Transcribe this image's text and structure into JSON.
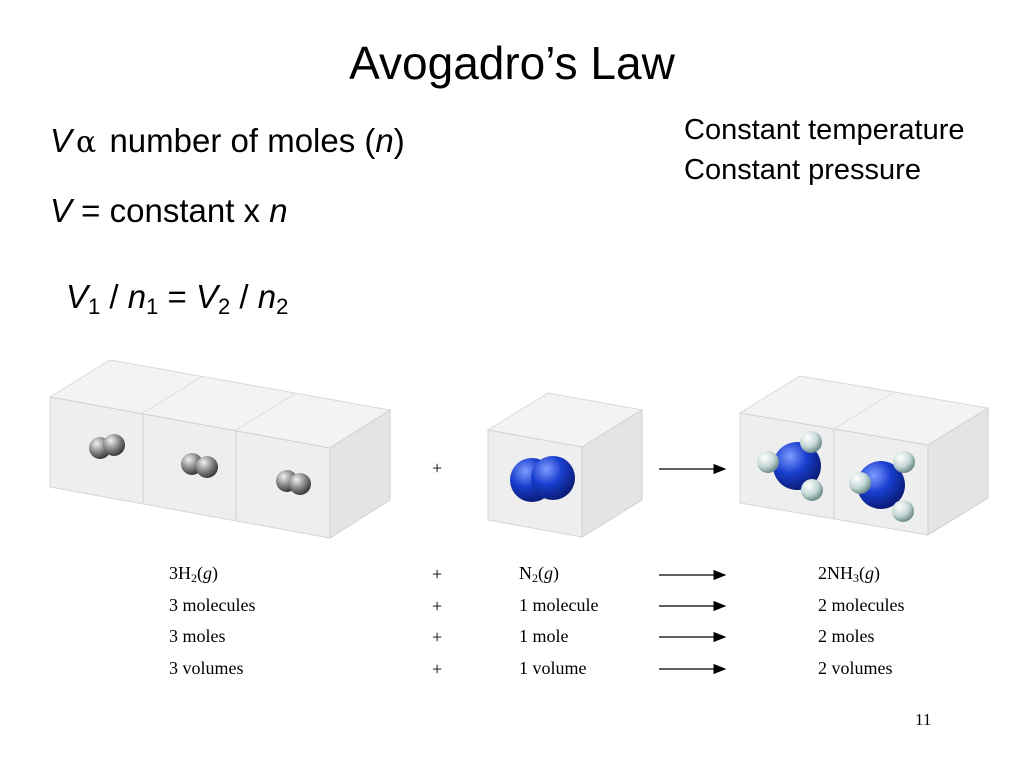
{
  "title": "Avogadro’s Law",
  "eq1": {
    "v": "V",
    "alpha": "α",
    "text": " number of moles (",
    "n": "n",
    "close": ")"
  },
  "eq2": {
    "v": "V",
    "text": " = constant x ",
    "n": "n"
  },
  "eq3": {
    "v1": "V",
    "s1": "1",
    "slash1": " / ",
    "n1": "n",
    "s2": "1",
    "eq": " = ",
    "v2": "V",
    "s3": "2",
    "slash2": " / ",
    "n2": "n",
    "s4": "2"
  },
  "conditions": [
    "Constant temperature",
    "Constant pressure"
  ],
  "reaction": {
    "plus": "+",
    "reactant1_formula": {
      "prefix": "3H",
      "sub": "2",
      "state": "g"
    },
    "reactant2_formula": {
      "prefix": "N",
      "sub": "2",
      "state": "g"
    },
    "product_formula": {
      "prefix": "2NH",
      "sub": "3",
      "state": "g"
    },
    "rows": [
      {
        "a": "3 molecules",
        "b": "1 molecule",
        "c": "2 molecules"
      },
      {
        "a": "3 moles",
        "b": "1 mole",
        "c": "2 moles"
      },
      {
        "a": "3 volumes",
        "b": "1 volume",
        "c": "2 volumes"
      }
    ]
  },
  "colors": {
    "hydrogen_gas": "#8a8a8a",
    "nitrogen": "#1a3fd0",
    "hydrogen_atom": "#d6e4e2",
    "box": "#e9e9e9"
  },
  "slide_number": "11"
}
